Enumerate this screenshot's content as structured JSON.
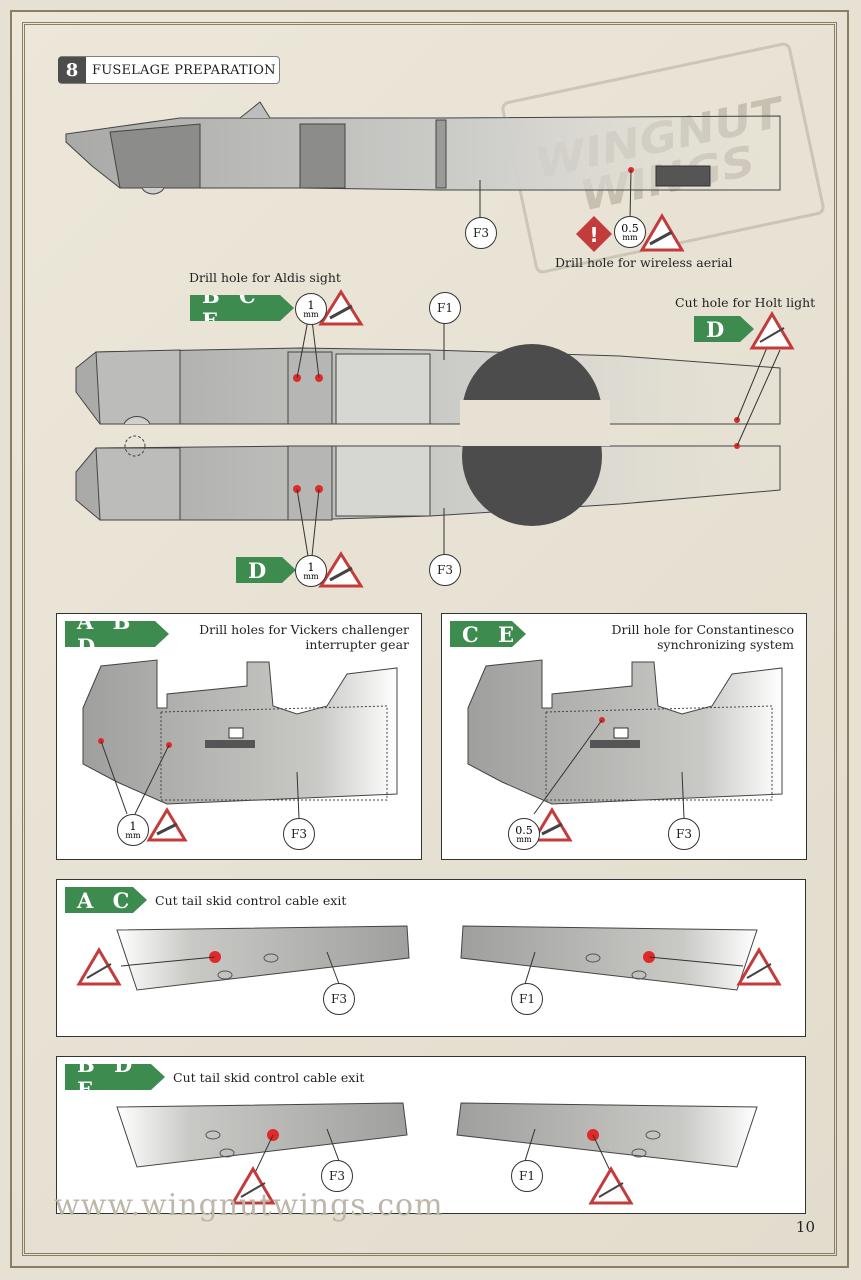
{
  "step": {
    "number": "8",
    "title": "FUSELAGE PREPARATION"
  },
  "watermark": {
    "text": "WINGNUT WINGS"
  },
  "top_section": {
    "f3_label": "F3",
    "aerial_note": "Drill hole for wireless aerial",
    "aerial_size": {
      "value": "0.5",
      "unit": "mm"
    }
  },
  "mid_section": {
    "aldis_note": "Drill hole for Aldis sight",
    "aldis_tag": "B C E",
    "aldis_size": {
      "value": "1",
      "unit": "mm"
    },
    "f1_label": "F1",
    "holt_note": "Cut hole for Holt light",
    "holt_tag": "D",
    "lower_tag": "D",
    "lower_size": {
      "value": "1",
      "unit": "mm"
    },
    "f3_label": "F3"
  },
  "panel_abd": {
    "tag": "A B D",
    "note_line1": "Drill holes for Vickers challenger",
    "note_line2": "interrupter gear",
    "size": {
      "value": "1",
      "unit": "mm"
    },
    "part": "F3"
  },
  "panel_ce": {
    "tag": "C E",
    "note_line1": "Drill hole for Constantinesco",
    "note_line2": "synchronizing system",
    "size": {
      "value": "0.5",
      "unit": "mm"
    },
    "part": "F3"
  },
  "panel_ac": {
    "tag": "A C",
    "note": "Cut tail skid control cable exit",
    "part_left": "F3",
    "part_right": "F1"
  },
  "panel_bde": {
    "tag": "B D E",
    "note": "Cut tail skid control cable exit",
    "part_left": "F3",
    "part_right": "F1"
  },
  "footer": {
    "website": "www.wingnutwings.com",
    "page": "10"
  },
  "colors": {
    "tag_green": "#3e8b4f",
    "warning_red": "#c43b3b",
    "hole_red": "#e02a2a"
  }
}
